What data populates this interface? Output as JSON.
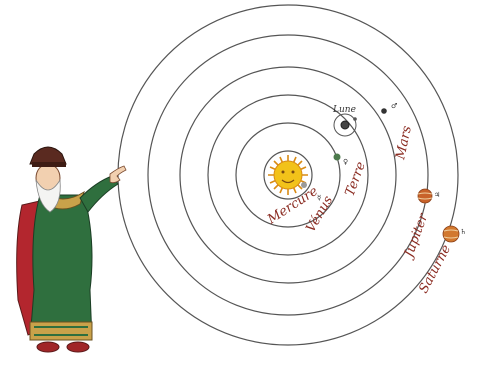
{
  "diagram": {
    "type": "heliocentric-solar-system",
    "colors": {
      "orbit": "#555555",
      "label": "#8b2c22",
      "sun": "#f2c21a",
      "sun_ray": "#d98b14",
      "jupiter": "#c8622a",
      "saturn": "#d2782e",
      "venus": "#4c7a4c",
      "robe": "#2f6f3e",
      "cape": "#b3262e",
      "hat": "#5a2a20"
    },
    "bodies": {
      "mercury": {
        "label": "Mercure",
        "symbol": "☿"
      },
      "venus": {
        "label": "Vénus",
        "symbol": "♀"
      },
      "earth": {
        "label": "Terre",
        "symbol": ""
      },
      "moon": {
        "label": "Lune",
        "symbol": ""
      },
      "mars": {
        "label": "Mars",
        "symbol": "♂"
      },
      "jupiter": {
        "label": "Jupiter",
        "symbol": "♃"
      },
      "saturn": {
        "label": "Saturne",
        "symbol": "♄"
      }
    }
  }
}
